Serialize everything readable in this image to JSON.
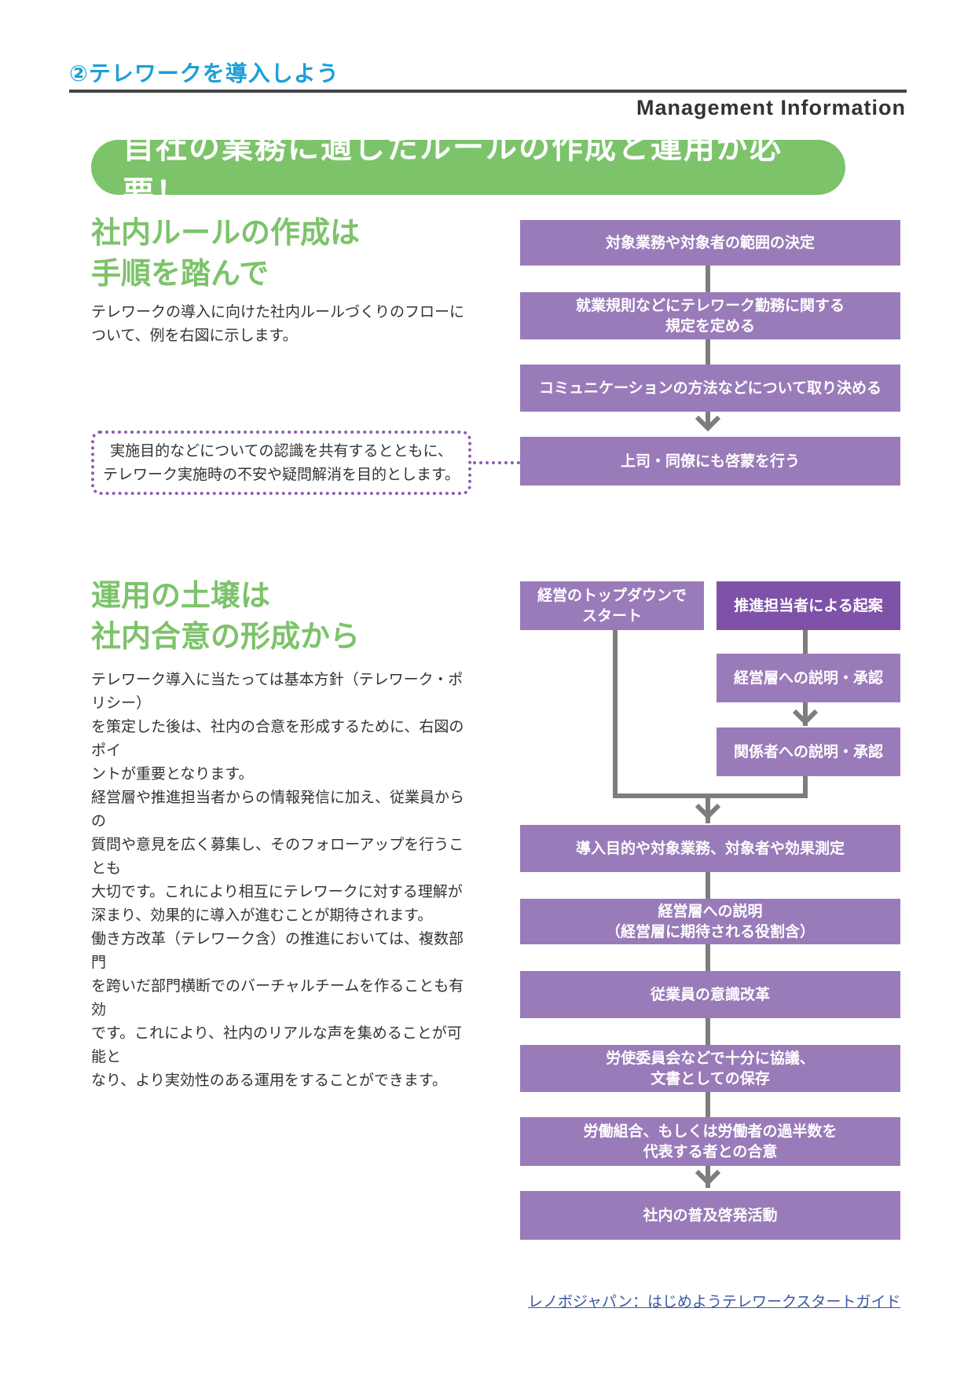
{
  "header": {
    "title": "②テレワークを導入しよう",
    "subtitle": "Management Information"
  },
  "banner": {
    "text": "自社の業務に適したルールの作成と運用が必要！"
  },
  "section1": {
    "title_line1": "社内ルールの作成は",
    "title_line2": "手順を踏んで",
    "body_line1": "テレワークの導入に向けた社内ルールづくりのフローに",
    "body_line2": "ついて、例を右図に示します。",
    "callout_line1": "実施目的などについての認識を共有するとともに、",
    "callout_line2": "テレワーク実施時の不安や疑問解消を目的とします。",
    "flow": [
      {
        "line1": "対象業務や対象者の範囲の決定",
        "line2": ""
      },
      {
        "line1": "就業規則などにテレワーク勤務に関する",
        "line2": "規定を定める"
      },
      {
        "line1": "コミュニケーションの方法などについて取り決める",
        "line2": ""
      },
      {
        "line1": "上司・同僚にも啓蒙を行う",
        "line2": ""
      }
    ]
  },
  "section2": {
    "title_line1": "運用の土壌は",
    "title_line2": "社内合意の形成から",
    "body_lines": [
      "テレワーク導入に当たっては基本方針（テレワーク・ポリシー）",
      "を策定した後は、社内の合意を形成するために、右図のポイ",
      "ントが重要となります。",
      "経営層や推進担当者からの情報発信に加え、従業員からの",
      "質問や意見を広く募集し、そのフォローアップを行うことも",
      "大切です。これにより相互にテレワークに対する理解が",
      "深まり、効果的に導入が進むことが期待されます。",
      "働き方改革（テレワーク含）の推進においては、複数部門",
      "を跨いだ部門横断でのバーチャルチームを作ることも有効",
      "です。これにより、社内のリアルな声を集めることが可能と",
      "なり、より実効性のある運用をすることができます。"
    ],
    "top_left": {
      "line1": "経営のトップダウンで",
      "line2": "スタート"
    },
    "top_right": [
      {
        "line1": "推進担当者による起案"
      },
      {
        "line1": "経営層への説明・承認"
      },
      {
        "line1": "関係者への説明・承認"
      }
    ],
    "flow": [
      {
        "line1": "導入目的や対象業務、対象者や効果測定",
        "line2": ""
      },
      {
        "line1": "経営層への説明",
        "line2": "（経営層に期待される役割含）"
      },
      {
        "line1": "従業員の意識改革",
        "line2": ""
      },
      {
        "line1": "労使委員会などで十分に協議、",
        "line2": "文書としての保存"
      },
      {
        "line1": "労働組合、もしくは労働者の過半数を",
        "line2": "代表する者との合意"
      },
      {
        "line1": "社内の普及啓発活動",
        "line2": ""
      }
    ]
  },
  "footer": {
    "link_text": "レノボジャパン：はじめようテレワークスタートガイド"
  },
  "colors": {
    "accent_blue": "#1aa0d8",
    "green": "#7cc36a",
    "purple": "#9a7bb9",
    "purple_dark": "#7e52a8",
    "connector": "#7d7d7d"
  }
}
